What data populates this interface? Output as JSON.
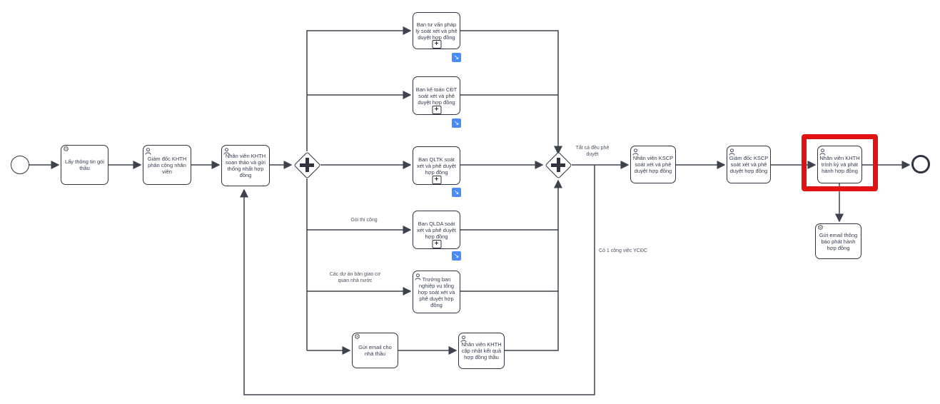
{
  "diagram": {
    "kind": "bpmn-process-flow",
    "colors": {
      "highlight_red": "#e31212",
      "link_icon_blue": "#4a8cf7",
      "line": "#3c424e",
      "text": "#333a4d",
      "background": "#ffffff"
    }
  },
  "icons": {
    "gear": "⚙",
    "link_arrow": "↘",
    "plus": "+"
  },
  "nodes": {
    "layThongTin": {
      "label": "Lấy thông tin gói thầu"
    },
    "giamDocKhth": {
      "label": "Giám đốc KHTH phân công nhân viên"
    },
    "nvKhthSoanThao": {
      "label": "Nhân viên KHTH soạn thảo và gửi thống nhất hợp đồng"
    },
    "banTuVan": {
      "label": "Ban tư vấn pháp lý soát xét và phê duyệt hợp đồng"
    },
    "banKeToan": {
      "label": "Ban kế toán CĐT soát xét và phê duyệt hợp đồng"
    },
    "banQltk": {
      "label": "Ban QLTK soát xét và phê duyệt hợp đồng"
    },
    "banQlda": {
      "label": "Ban QLDA soát xét và phê duyệt hợp đồng"
    },
    "truongBan": {
      "label": "Trưởng ban nghiệp vụ tổng hợp soát xét và phê duyệt hợp đồng"
    },
    "guiEmailNhaThau": {
      "label": "Gửi email cho nhà thầu"
    },
    "nvKhthCapNhat": {
      "label": "Nhân viên KHTH cập nhật kết quả hợp đồng thầu"
    },
    "nvKscp": {
      "label": "Nhân viên KSCP soát xét và phê duyệt hợp đồng"
    },
    "gdKscp": {
      "label": "Giám đốc KSCP soát xét và phê duyệt hợp đồng"
    },
    "nvKhthTrinhKy": {
      "label": "Nhân viên KHTH trình ký và phát hành hợp đồng"
    },
    "guiEmailPhatHanh": {
      "label": "Gửi email thông báo phát hành hợp đồng"
    }
  },
  "edges": {
    "goiThiCong": "Gói thi công",
    "cacDuAn": "Các dự án bàn giao cơ quan nhà nước",
    "tatCaPheDuyet": "Tất cả đều phê duyệt",
    "co1CongViec": "Có 1 công việc YCĐC"
  }
}
